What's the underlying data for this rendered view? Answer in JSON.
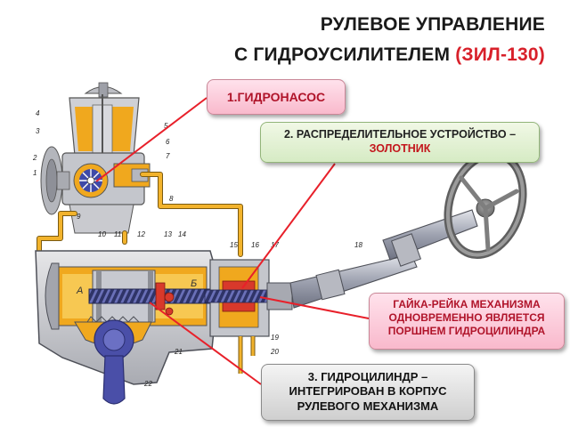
{
  "title": {
    "line1": "РУЛЕВОЕ УПРАВЛЕНИЕ",
    "line2_main": "С ГИДРОУСИЛИТЕЛЕМ",
    "line2_accent": "(ЗИЛ-130)"
  },
  "callouts": {
    "pump": "1.ГИДРОНАСОС",
    "valve_line1": "2. РАСПРЕДЕЛИТЕЛЬНОЕ УСТРОЙСТВО –",
    "valve_line2": "ЗОЛОТНИК",
    "nut_line1": "ГАЙКА-РЕЙКА МЕХАНИЗМА",
    "nut_line2": "ОДНОВРЕМЕННО ЯВЛЯЕТСЯ",
    "nut_line3": "ПОРШНЕМ ГИДРОЦИЛИНДРА",
    "cyl_line1": "3. ГИДРОЦИЛИНДР –",
    "cyl_line2": "ИНТЕГРИРОВАН В КОРПУС",
    "cyl_line3": "РУЛЕВОГО МЕХАНИЗМА"
  },
  "part_numbers": [
    "1",
    "2",
    "3",
    "4",
    "5",
    "6",
    "7",
    "8",
    "9",
    "10",
    "11",
    "12",
    "13",
    "14",
    "15",
    "16",
    "17",
    "18",
    "19",
    "20",
    "21",
    "22"
  ],
  "chamber_labels": {
    "a": "А",
    "b": "Б"
  },
  "colors": {
    "oil": "#f0a81e",
    "oil_light": "#f7c852",
    "housing": "#c9c9cc",
    "housing_dark": "#8d8f96",
    "sector": "#4a4fa8",
    "screw": "#3a3f7a",
    "piston_red": "#d8392b",
    "pointer": "#e8202a",
    "accent": "#d8202a"
  },
  "icons": [
    "steering-wheel-icon",
    "hydraulic-pump-icon",
    "pulley-icon"
  ]
}
